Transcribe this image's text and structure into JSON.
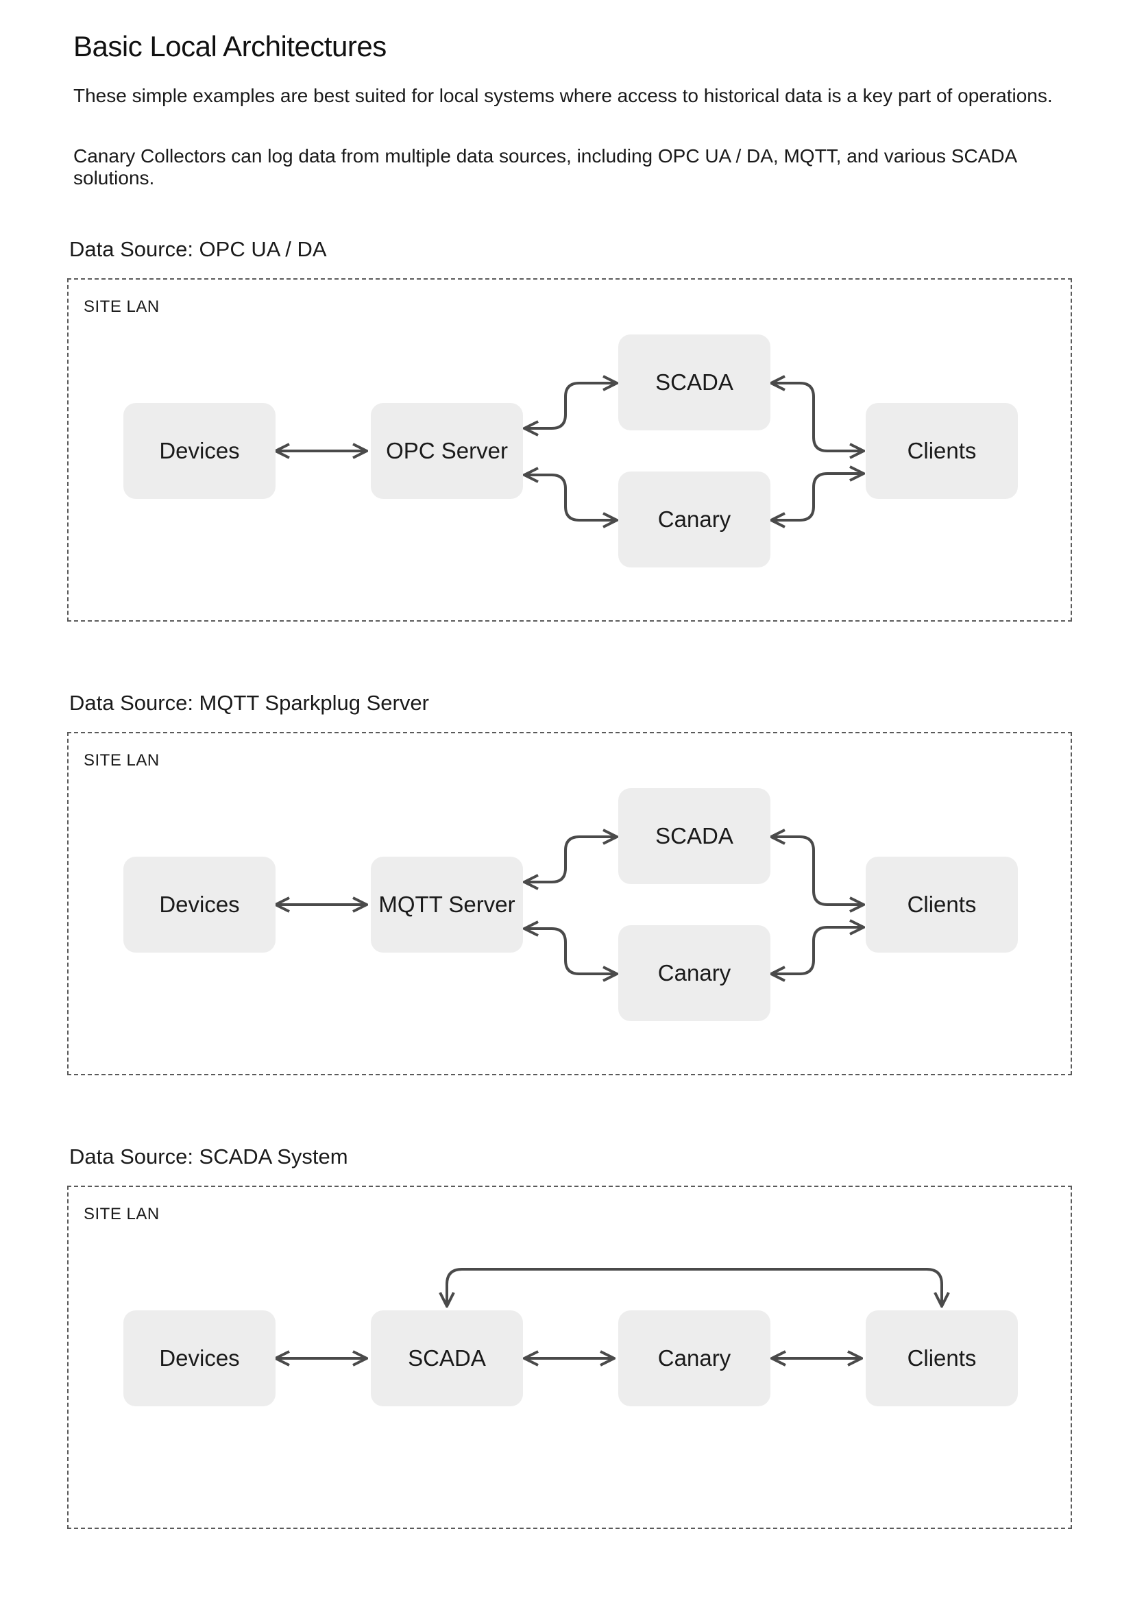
{
  "page": {
    "title": "Basic Local Architectures",
    "intro_1": "These simple examples are best suited for local systems where access to historical data is a key part of operations.",
    "intro_2": "Canary Collectors can log data from multiple data sources, including OPC UA / DA, MQTT, and various SCADA solutions."
  },
  "colors": {
    "node_fill": "#ededed",
    "arrow": "#4a4a4a",
    "border": "#5a5a5a"
  },
  "sections": [
    {
      "title": "Data Source: OPC UA / DA",
      "lan_label": "SITE LAN",
      "nodes": {
        "devices": "Devices",
        "server": "OPC Server",
        "scada": "SCADA",
        "canary": "Canary",
        "clients": "Clients"
      }
    },
    {
      "title": "Data Source: MQTT Sparkplug Server",
      "lan_label": "SITE LAN",
      "nodes": {
        "devices": "Devices",
        "server": "MQTT Server",
        "scada": "SCADA",
        "canary": "Canary",
        "clients": "Clients"
      }
    },
    {
      "title": "Data Source: SCADA System",
      "lan_label": "SITE LAN",
      "nodes": {
        "devices": "Devices",
        "scada": "SCADA",
        "canary": "Canary",
        "clients": "Clients"
      }
    }
  ]
}
